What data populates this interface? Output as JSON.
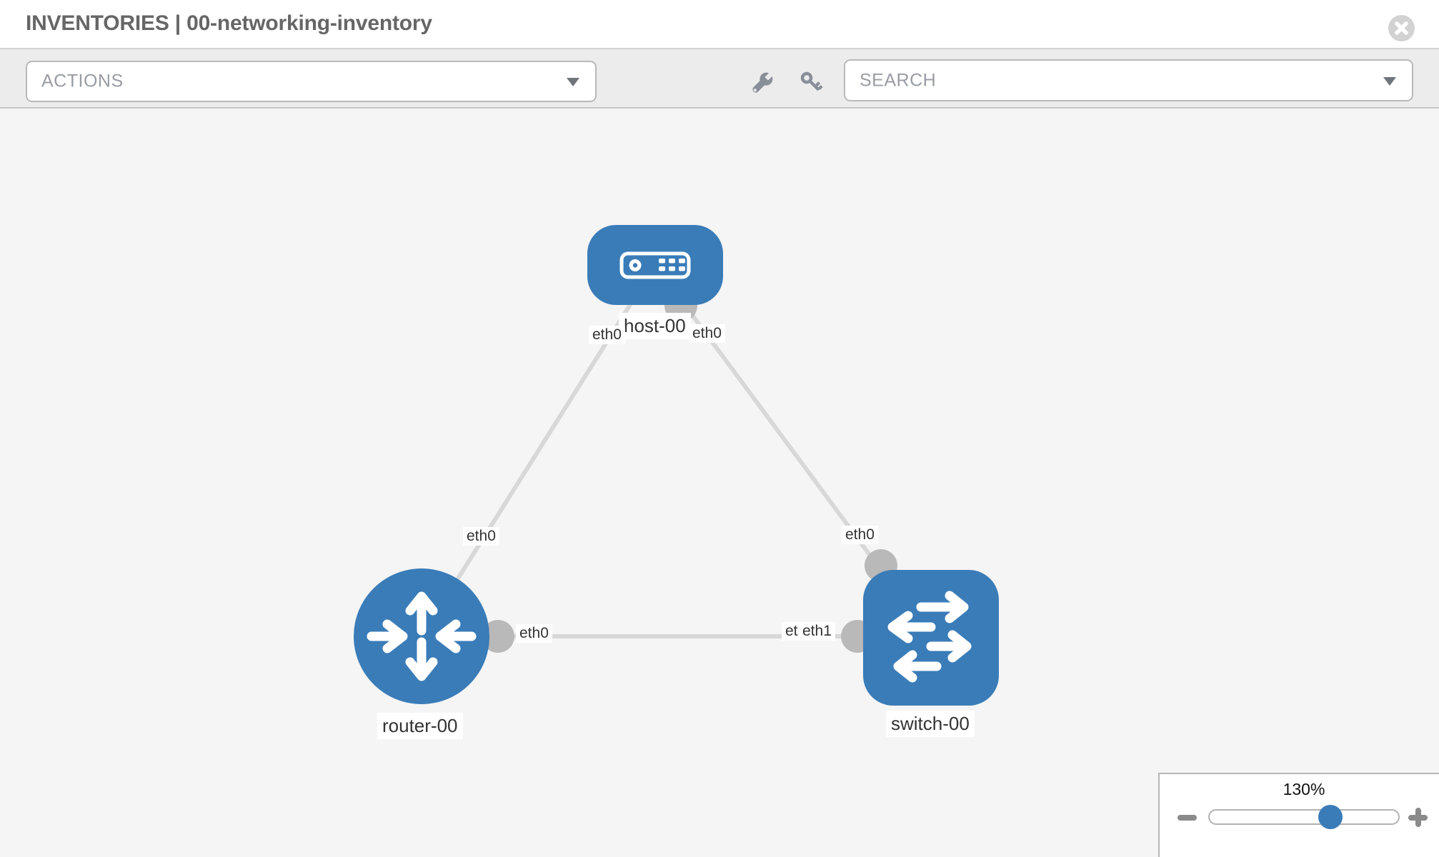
{
  "header": {
    "title": "INVENTORIES | 00-networking-inventory"
  },
  "toolbar": {
    "actions_placeholder": "ACTIONS",
    "search_placeholder": "SEARCH"
  },
  "graph": {
    "nodes": [
      {
        "label": "host-00",
        "type": "host"
      },
      {
        "label": "router-00",
        "type": "router"
      },
      {
        "label": "switch-00",
        "type": "switch"
      }
    ],
    "links": [
      {
        "from": "host-00",
        "to": "router-00"
      },
      {
        "from": "host-00",
        "to": "switch-00"
      },
      {
        "from": "router-00",
        "to": "switch-00"
      }
    ],
    "interface_labels": [
      {
        "text": "eth0",
        "at": "host-left"
      },
      {
        "text": "eth0",
        "at": "host-right"
      },
      {
        "text": "eth0",
        "at": "router-top"
      },
      {
        "text": "eth0",
        "at": "router-right"
      },
      {
        "text": "eth0",
        "at": "switch-top"
      },
      {
        "text": "eth0",
        "at": "switch-left-under"
      },
      {
        "text": "eth1",
        "at": "switch-left"
      }
    ],
    "colors": {
      "node_blue": "#3a7cb8",
      "link_gray": "#d8d8d8",
      "port_gray": "#b9b9b9"
    }
  },
  "zoom_panel": {
    "level": "130%"
  }
}
